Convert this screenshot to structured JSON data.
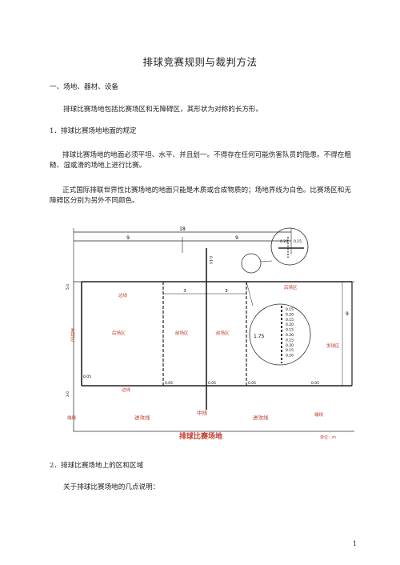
{
  "doc": {
    "title": "排球竞赛规则与裁判方法",
    "section1": "一、场地、器材、设备",
    "para1": "排球比赛场地包括比赛场区和无障碍区，其形状为对称的长方形。",
    "sub1": "1．排球比赛场地地面的规定",
    "para2": "排球比赛场地的地面必须平坦、水平、并且划一。不得存在任何可能伤害队员的隐患。不得在粗糙、湿或滑的场地上进行比赛。",
    "para3": "正式国际排联世界性比赛场地的地面只能是木质或合成物质的；场地界线为白色。比赛场区和无障碍区分别为另外不同颜色。",
    "sub2": "2．排球比赛场地上的区和区域",
    "para4": "关于排球比赛场地的几点说明：",
    "page_number": "1"
  },
  "figure": {
    "caption": "排球比赛场地",
    "unit": "单位：m",
    "dim_total": "18",
    "dim_half_left": "9",
    "dim_half_right": "9",
    "dim_attack_left": "3",
    "dim_attack_right": "3",
    "dim_width": "9",
    "dim_free": "0.15",
    "dim_side_top": "5.0",
    "dim_side_bottom": "3.0",
    "line_05_a": "0.05",
    "line_05_b": "0.05",
    "line_05_c": "0.05",
    "line_05_d": "0.05",
    "line_05_e": "0.05",
    "label_sideline_top": "边线",
    "label_sideline_bottom": "边线",
    "label_back_left": "后场区",
    "label_front_left": "前场区",
    "label_front_right": "前场区",
    "label_back_right": "后场区",
    "label_serve_left": "发球区",
    "label_serve_right": "发球区",
    "label_endline_left": "端线",
    "label_endline_right": "端线",
    "label_attack_left": "进攻线",
    "label_centerline": "中线",
    "label_attack_right": "进攻线",
    "detail_top_a": "0.20",
    "detail_top_b": "0.15",
    "detail_big_label": "1.75",
    "detail_ticks": [
      "0.15",
      "0.20",
      "0.15",
      "0.20",
      "0.15",
      "0.20",
      "0.15",
      "0.20",
      "0.15",
      "0.20"
    ]
  }
}
